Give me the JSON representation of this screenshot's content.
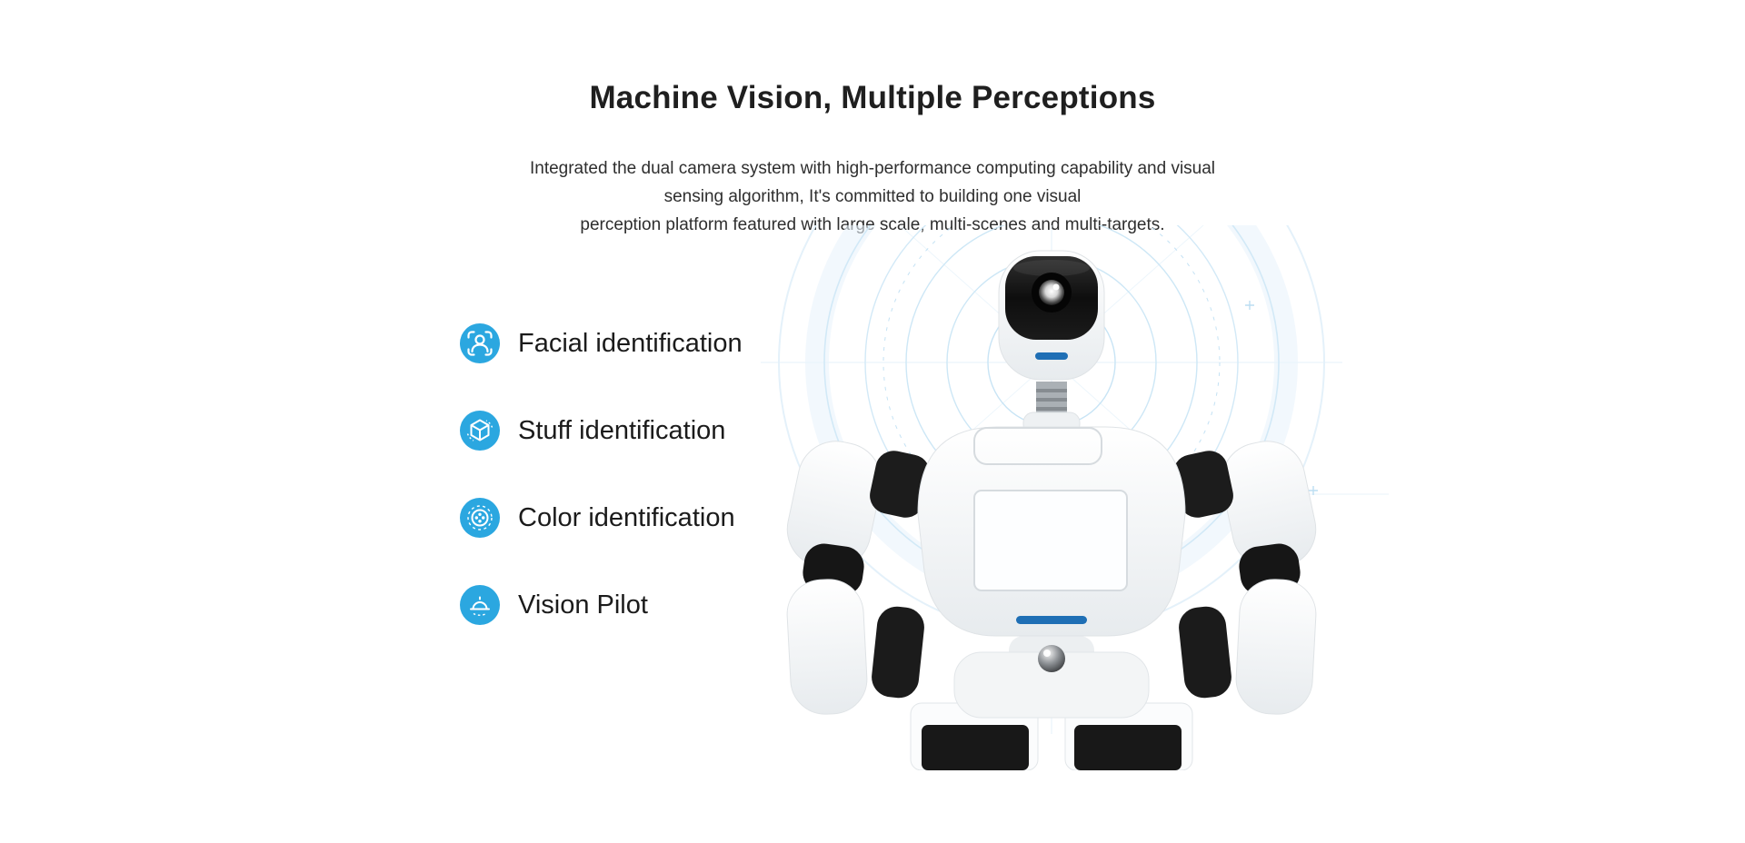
{
  "section": {
    "title": "Machine Vision, Multiple Perceptions",
    "description_lines": [
      "Integrated the dual camera system with high-performance computing capability and visual",
      "sensing algorithm, It's committed to building one visual",
      "perception platform featured with large scale, multi-scenes and multi-targets."
    ]
  },
  "features": [
    {
      "label": "Facial identification",
      "icon": "facial-identification-icon"
    },
    {
      "label": "Stuff identification",
      "icon": "stuff-identification-icon"
    },
    {
      "label": "Color identification",
      "icon": "color-identification-icon"
    },
    {
      "label": "Vision Pilot",
      "icon": "vision-pilot-icon"
    }
  ],
  "illustration": {
    "name": "humanoid-service-robot"
  },
  "colors": {
    "icon_blue": "#2ba7e0",
    "accent_blue": "#1f6fb5",
    "radar_blue": "#cde7f6",
    "text_dark": "#1c1c1c",
    "background": "#ffffff"
  }
}
